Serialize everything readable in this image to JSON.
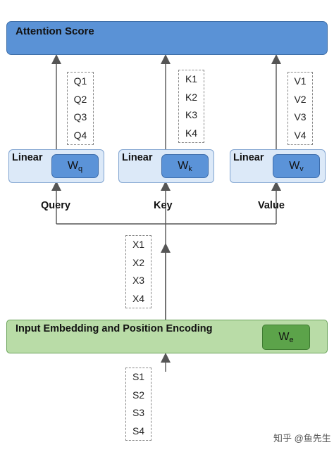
{
  "attention": {
    "label": "Attention Score"
  },
  "linear_label": "Linear",
  "query_tokens": [
    "Q1",
    "Q2",
    "Q3",
    "Q4"
  ],
  "key_tokens": [
    "K1",
    "K2",
    "K3",
    "K4"
  ],
  "value_tokens": [
    "V1",
    "V2",
    "V3",
    "V4"
  ],
  "x_tokens": [
    "X1",
    "X2",
    "X3",
    "X4"
  ],
  "s_tokens": [
    "S1",
    "S2",
    "S3",
    "S4"
  ],
  "weights": {
    "q": {
      "base": "W",
      "sub": "q"
    },
    "k": {
      "base": "W",
      "sub": "k"
    },
    "v": {
      "base": "W",
      "sub": "v"
    },
    "e": {
      "base": "W",
      "sub": "e"
    }
  },
  "inputs": {
    "query": "Query",
    "key": "Key",
    "value": "Value"
  },
  "embedding": {
    "label": "Input Embedding and Position Encoding"
  },
  "watermark": "知乎 @鱼先生",
  "colors": {
    "attention_fill": "#5a92d6",
    "linear_fill": "#dce9f8",
    "weight_fill": "#5b93d8",
    "embedding_fill": "#b9dca7",
    "embedding_weight_fill": "#5ca34a"
  }
}
